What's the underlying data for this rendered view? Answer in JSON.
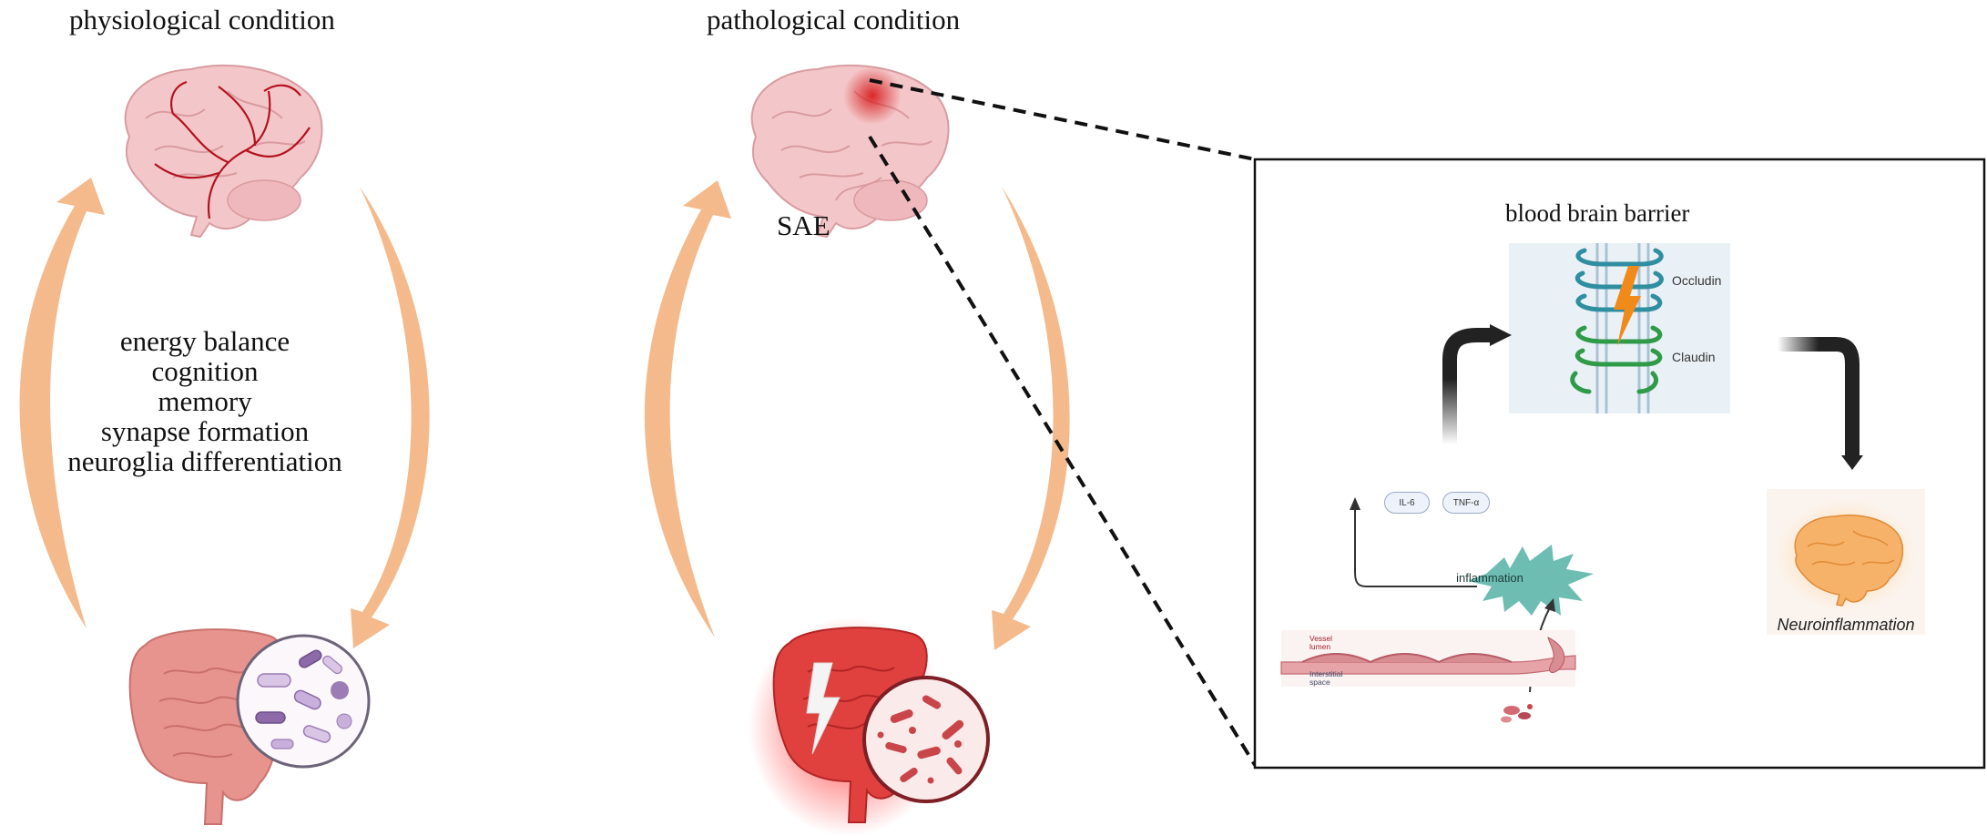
{
  "physiological": {
    "title": "physiological condition",
    "functions": [
      "energy balance",
      "cognition",
      "memory",
      "synapse formation",
      "neuroglia differentiation"
    ]
  },
  "pathological": {
    "title": "pathological condition",
    "brain_label": "SAE"
  },
  "inset": {
    "bbb_title": "blood brain barrier",
    "tight_junction_labels": {
      "occludin": "Occludin",
      "claudin": "Claudin"
    },
    "cytokines": [
      "IL-6",
      "TNF-α"
    ],
    "inflammation_label": "inflammation",
    "vessel": {
      "lumen_label": "Vessel\nlumen",
      "interstitial_label": "Interstitial\nspace"
    },
    "outcome_label": "Neuroinflammation"
  },
  "colors": {
    "arrow_peach": "#f4b27f",
    "brain_pink": "#f3c7c9",
    "vessel_red": "#b3121e",
    "gut_pink": "#e8948e",
    "inflamed_red": "#e0413f",
    "inflammation_teal": "#6dbdb3",
    "occludin_teal": "#2f8ea0",
    "claudin_green": "#2f9a47",
    "lightning_orange": "#f08a1a"
  },
  "icons": [
    "brain-icon",
    "inflamed-brain-icon",
    "gut-icon",
    "inflamed-gut-icon",
    "microbiota-icon",
    "lightning-icon",
    "neuroinflammation-brain-icon",
    "bacteria-icon"
  ]
}
